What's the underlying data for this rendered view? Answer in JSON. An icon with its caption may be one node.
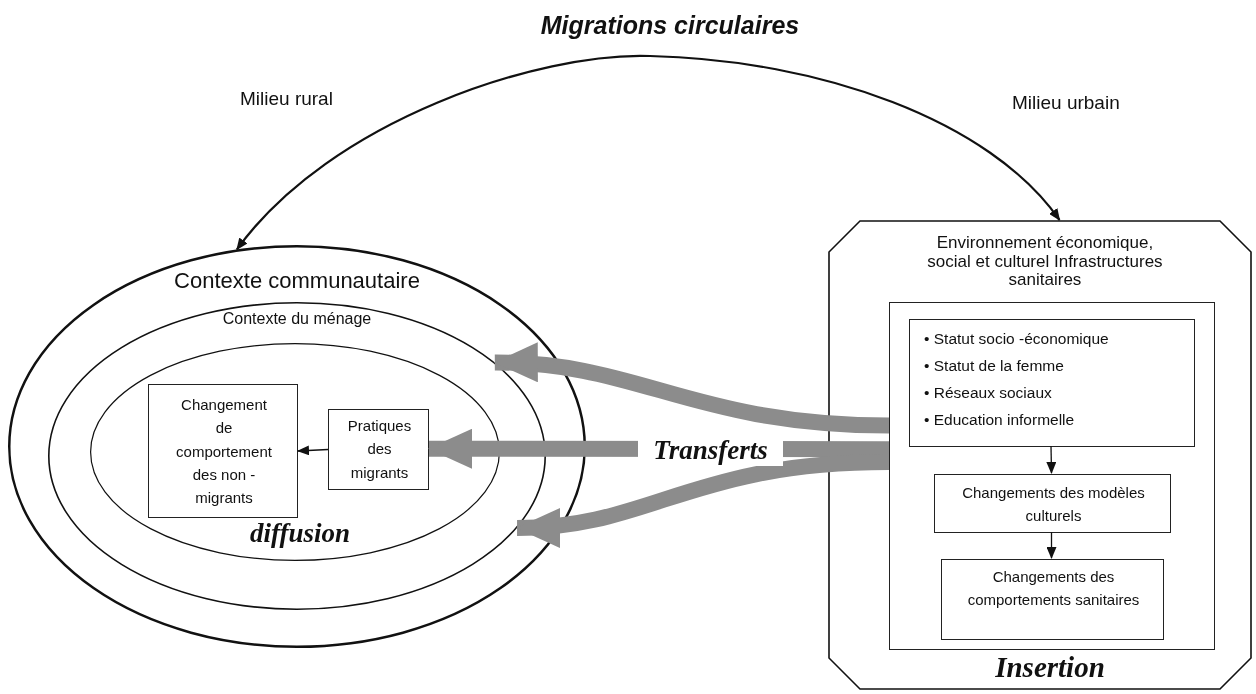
{
  "diagram": {
    "nodes": [
      {
        "text": [
          "Contexte communautaire"
        ]
      },
      {
        "text": [
          "Contexte du ménage"
        ],
        "in": 0
      },
      {
        "text": [
          "diffusion"
        ],
        "in": 1
      },
      {
        "text": [
          "Changement de comportement des non - migrants"
        ],
        "in": 2
      },
      {
        "text": [
          "Pratiques des migrants"
        ],
        "in": 2
      },
      {
        "text": [
          "Environnement économique, social et culturel Infrastructures sanitaires",
          "Insertion"
        ]
      },
      {
        "text": [],
        "shape": "box",
        "in": 5
      },
      {
        "text": [
          "• Statut socio -économique",
          "• Statut de la femme",
          "• Réseaux sociaux",
          "• Education informelle"
        ],
        "in": 6
      },
      {
        "text": [
          "Changements des modèles culturels"
        ],
        "in": 6
      },
      {
        "text": [
          "Changements des comportements sanitaires"
        ],
        "in": 6
      }
    ],
    "edges": [
      {
        "from": 0,
        "to": 5,
        "arrow": "both",
        "label": "Migrations circulaires"
      },
      {
        "from": 4,
        "to": 3,
        "arrow": "to"
      },
      {
        "from": 7,
        "to": 8,
        "arrow": "to"
      },
      {
        "from": 8,
        "to": 9,
        "arrow": "to"
      },
      {
        "from": 6,
        "to": 1,
        "arrow": "to",
        "style": "thick",
        "color": "#8c8c8c"
      },
      {
        "from": 6,
        "to": 4,
        "arrow": "to",
        "style": "thick",
        "color": "#8c8c8c",
        "label": "Transferts"
      },
      {
        "from": 6,
        "to": 1,
        "arrow": "to",
        "style": "thick",
        "color": "#8c8c8c"
      }
    ],
    "labels": [
      "Milieu rural",
      "Milieu urbain"
    ]
  }
}
